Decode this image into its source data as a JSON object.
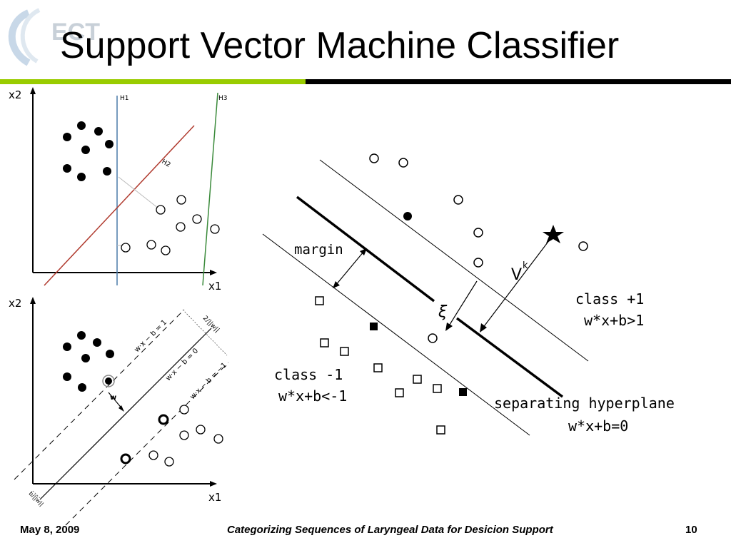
{
  "slide": {
    "title": "Support Vector Machine Classifier",
    "logo_text": "ECT 20",
    "accent_color": "#99cc00"
  },
  "figure_top": {
    "axis_y": "x2",
    "axis_x": "x1",
    "lines": [
      "H1",
      "H2",
      "H3"
    ]
  },
  "figure_bottom": {
    "axis_y": "x2",
    "axis_x": "x1",
    "line_labels": [
      "w·x − b = 1",
      "w·x − b = 0",
      "w·x − b = −1"
    ],
    "margin_label": "2/||w||",
    "w_label": "w",
    "b_label": "b/||w||"
  },
  "figure_right": {
    "margin_label": "margin",
    "xi_label": "ξ",
    "vk_label": "V",
    "vk_sup": "k",
    "class_pos": "class +1",
    "class_pos_rule": "w*x+b>1",
    "class_neg": "class -1",
    "class_neg_rule": "w*x+b<-1",
    "hyperplane": "separating hyperplane",
    "hyperplane_rule": "w*x+b=0"
  },
  "footer": {
    "date": "May 8, 2009",
    "title": "Categorizing Sequences of Laryngeal Data for Desicion Support",
    "page": "10"
  }
}
